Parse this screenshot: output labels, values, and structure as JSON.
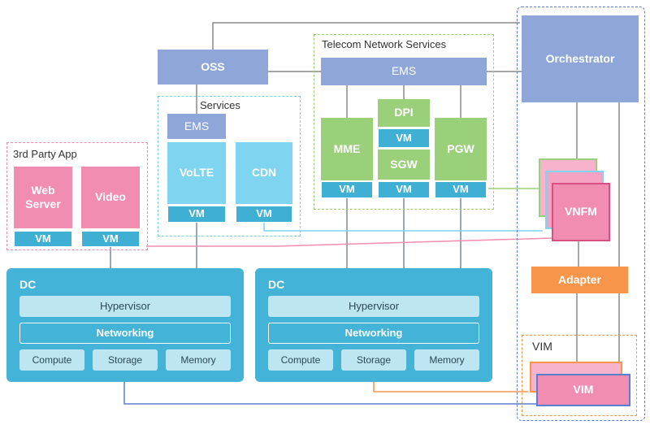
{
  "groups": {
    "third_party": "3rd Party App",
    "services": "Services",
    "telecom": "Telecom Network Services",
    "vim_group": "VIM"
  },
  "nodes": {
    "oss": "OSS",
    "ems_telecom": "EMS",
    "ems_services": "EMS",
    "orchestrator": "Orchestrator",
    "dpi": "DPI",
    "sgw": "SGW",
    "mme": "MME",
    "pgw": "PGW",
    "volte": "VoLTE",
    "cdn": "CDN",
    "web_server": "Web Server",
    "video": "Video",
    "vnfm": "VNFM",
    "adapter": "Adapter",
    "vim": "VIM"
  },
  "vm_label": "VM",
  "dc": {
    "title": "DC",
    "hypervisor": "Hypervisor",
    "networking": "Networking",
    "compute": "Compute",
    "storage": "Storage",
    "memory": "Memory"
  },
  "colors": {
    "blue_box": "#8ea6d8",
    "green_box": "#9bd07a",
    "cyan_box": "#7fd4ef",
    "pink_box": "#f28db2",
    "vm": "#3fb0d3",
    "dc": "#43b4d8",
    "adapter": "#f7954b"
  }
}
